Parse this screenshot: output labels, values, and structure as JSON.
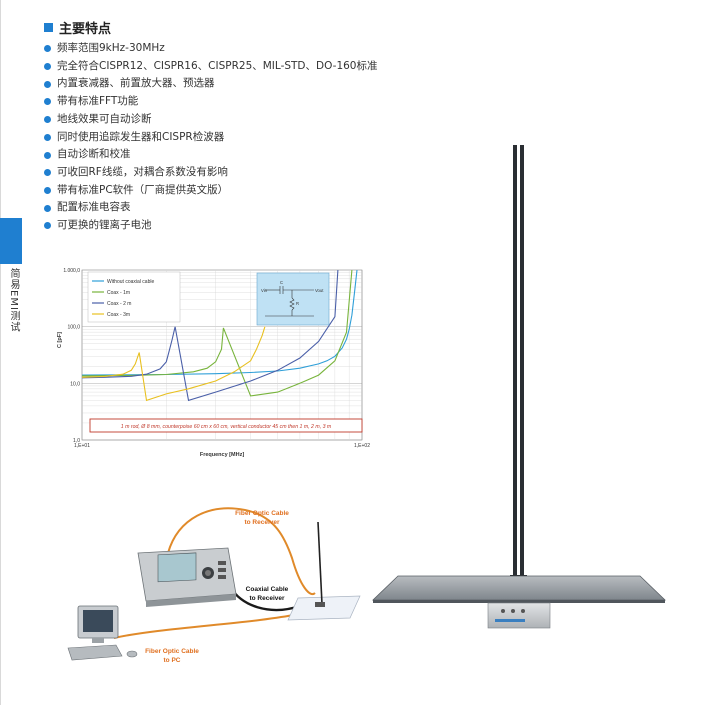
{
  "sidebar": {
    "label": "简易EMI测试"
  },
  "features": {
    "title": "主要特点",
    "items": [
      "频率范围9kHz-30MHz",
      "完全符合CISPR12、CISPR16、CISPR25、MIL-STD、DO-160标准",
      "内置衰减器、前置放大器、预选器",
      "带有标准FFT功能",
      "地线效果可自动诊断",
      "同时使用追踪发生器和CISPR检波器",
      "自动诊断和校准",
      "可收回RF线缆，对耦合系数没有影响",
      "带有标准PC软件（厂商提供英文版）",
      "配置标准电容表",
      "可更换的锂离子电池"
    ]
  },
  "chart_data": {
    "type": "line",
    "xscale": "log",
    "yscale": "log",
    "xlim": [
      10,
      100
    ],
    "ylim": [
      1,
      1000
    ],
    "xticks": [
      "1,E+01",
      "1,E+02"
    ],
    "yticks": [
      "1.000,0",
      "100,0",
      "10,0",
      "1,0"
    ],
    "xlabel": "Frequency [MHz]",
    "ylabel": "C [pF]",
    "legend_position": "top-left",
    "annotation": "1 m rod, Ø 8 mm, counterpoise 60 cm x 60 cm, vertical conductor 45 cm then 1 m, 2 m, 3 m",
    "inset_labels": {
      "vin": "Vin",
      "vout": "Vout",
      "c": "C",
      "r": "R"
    },
    "series": [
      {
        "name": "Without coaxial cable",
        "color": "#2f9fd8",
        "x": [
          10,
          20,
          30,
          40,
          50,
          60,
          70,
          75,
          80,
          85,
          88,
          90,
          92,
          94,
          96
        ],
        "y": [
          14,
          14.3,
          14.8,
          15.5,
          16.5,
          18.5,
          22,
          25,
          30,
          42,
          60,
          90,
          160,
          400,
          1000
        ]
      },
      {
        "name": "Coax - 1m",
        "color": "#78b43c",
        "x": [
          10,
          15,
          20,
          25,
          28,
          30,
          31.5,
          32,
          40,
          50,
          60,
          70,
          80,
          88,
          92
        ],
        "y": [
          13.5,
          13.8,
          14.3,
          16,
          18.5,
          24,
          40,
          95,
          6,
          7,
          10,
          14,
          25,
          80,
          1000
        ]
      },
      {
        "name": "Coax - 2 m",
        "color": "#4a5fa8",
        "x": [
          10,
          12,
          15,
          17,
          19,
          20,
          20.5,
          21,
          21.5,
          24,
          30,
          40,
          50,
          60,
          70,
          80,
          82
        ],
        "y": [
          12.5,
          12.8,
          13.3,
          14.5,
          18,
          24,
          38,
          60,
          100,
          5,
          7,
          11,
          17,
          28,
          55,
          150,
          1000
        ]
      },
      {
        "name": "Coax - 3m",
        "color": "#e8c020",
        "x": [
          10,
          12,
          14,
          15,
          15.5,
          16,
          17,
          20,
          24,
          30,
          35,
          40,
          42,
          44,
          45
        ],
        "y": [
          12.8,
          13.2,
          14.5,
          17,
          22,
          35,
          5,
          6.5,
          8,
          11,
          16,
          25,
          40,
          70,
          100
        ]
      }
    ]
  },
  "setup_diagram": {
    "fiber_receiver_label": "Fiber Optic Cable\nto Receiver",
    "coax_label": "Coaxial Cable\nto Receiver",
    "fiber_pc_label": "Fiber Optic Cable\nto PC",
    "colors": {
      "fiber": "#e08a2a",
      "coax": "#1a1a1a",
      "label": "#e07020"
    }
  }
}
